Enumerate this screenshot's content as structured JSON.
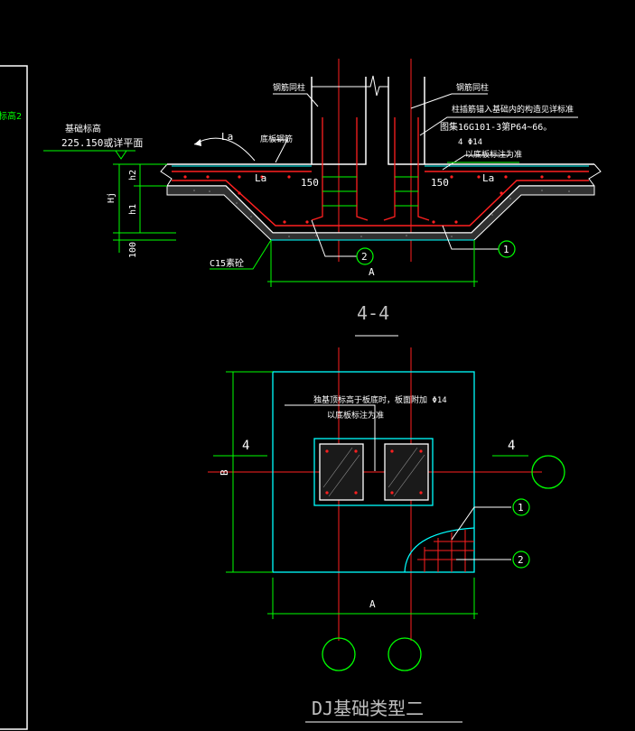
{
  "colors": {
    "background": "#000000",
    "white": "#ffffff",
    "green": "#00ff00",
    "red": "#ff2020",
    "cyan": "#00ffff",
    "gray": "#c0c0c0"
  },
  "left_panel": {
    "text": "标高2"
  },
  "section": {
    "elev_label": "基础标高",
    "elev_value": "225.150或详平面",
    "la_label_top": "La",
    "bottom_bar_label": "底板钢筋",
    "steel_col_left": "钢筋同柱",
    "steel_col_right": "钢筋同柱",
    "anchor_note_1": "柱插筋锚入基础内的构造见详标准",
    "anchor_note_2": "图集16G101-3第P64~66。",
    "stirrup_note": "4 Φ14",
    "stirrup_note_2": "以底板标注为准",
    "la_left": "La",
    "la_right": "La",
    "dim_150_left": "150",
    "dim_150_right": "150",
    "dim_h2": "h2",
    "dim_h1": "h1",
    "dim_hj": "Hj",
    "dim_100": "100",
    "c15_label": "C15素砼",
    "callout_1": "1",
    "callout_2": "2",
    "dim_a": "A"
  },
  "section_title": "4-4",
  "plan": {
    "note_1": "独基顶标高于板底时，板面附加 Φ14",
    "note_2": "以底板标注为准",
    "cut_left": "4",
    "cut_right": "4",
    "dim_b": "B",
    "dim_a": "A",
    "callout_1": "1",
    "callout_2": "2"
  },
  "drawing_title": "DJ基础类型二"
}
